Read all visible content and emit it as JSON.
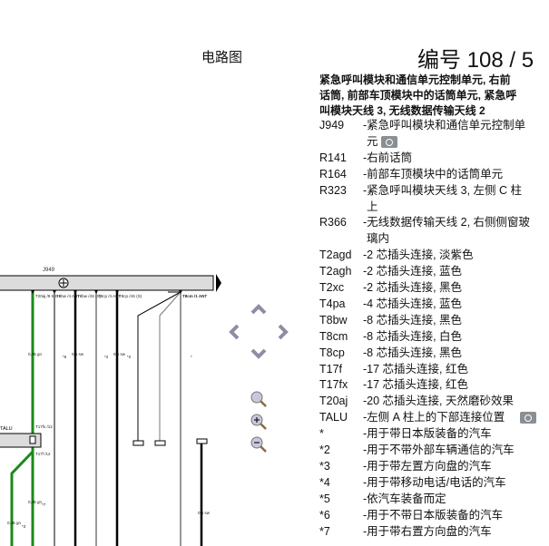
{
  "header": {
    "title": "电路图",
    "doc_number": "编号  108 / 5"
  },
  "heading": [
    "紧急呼叫模块和通信单元控制单元, 右前",
    "话筒, 前部车顶模块中的话筒单元, 紧急呼",
    "叫模块天线 3, 无线数据传输天线 2"
  ],
  "legend": [
    {
      "code": "J949",
      "desc": "-紧急呼叫模块和通信单元控制单",
      "cont": "元",
      "cam": true
    },
    {
      "code": "R141",
      "desc": "-右前话筒"
    },
    {
      "code": "R164",
      "desc": "-前部车顶模块中的话筒单元"
    },
    {
      "code": "R323",
      "desc": "-紧急呼叫模块天线 3, 左侧 C 柱",
      "cont": "上"
    },
    {
      "code": "R366",
      "desc": "-无线数据传输天线 2, 右侧侧窗玻",
      "cont": "璃内"
    },
    {
      "code": "T2agd",
      "desc": "-2 芯插头连接, 淡紫色"
    },
    {
      "code": "T2agh",
      "desc": "-2 芯插头连接, 蓝色"
    },
    {
      "code": "T2xc",
      "desc": "-2 芯插头连接, 黑色"
    },
    {
      "code": "T4pa",
      "desc": "-4 芯插头连接, 蓝色"
    },
    {
      "code": "T8bw",
      "desc": "-8 芯插头连接, 黑色"
    },
    {
      "code": "T8cm",
      "desc": "-8 芯插头连接, 白色"
    },
    {
      "code": "T8cp",
      "desc": "-8 芯插头连接, 黑色"
    },
    {
      "code": "T17f",
      "desc": "-17 芯插头连接, 红色"
    },
    {
      "code": "T17fx",
      "desc": "-17 芯插头连接, 红色"
    },
    {
      "code": "T20aj",
      "desc": "-20 芯插头连接, 天然磨砂效果"
    },
    {
      "code": "TALU",
      "desc": "-左侧 A 柱上的下部连接位置",
      "cam": true
    },
    {
      "code": "*",
      "desc": "-用于带日本版装备的汽车"
    },
    {
      "code": "*2",
      "desc": "-用于不带外部车辆通信的汽车"
    },
    {
      "code": "*3",
      "desc": "-用于带左置方向盘的汽车"
    },
    {
      "code": "*4",
      "desc": "-用于带移动电话/电话的汽车"
    },
    {
      "code": "*5",
      "desc": "-依汽车装备而定"
    },
    {
      "code": "*6",
      "desc": "-用于不带日本版装备的汽车"
    },
    {
      "code": "*7",
      "desc": "-用于带右置方向盘的汽车"
    }
  ],
  "diagram": {
    "component": "J949",
    "talu": "TALU",
    "pins": [
      "T20aj /9 SIG+",
      "T8bw /4 ANT",
      "T8bw /4S (S)",
      "T8cp /4 ANT",
      "T8cp /4S (S)",
      "T8cm /1 ANT"
    ],
    "wires": [
      "0,35 gn",
      "0,5 sw",
      "0,5 sw",
      "0,35 gn",
      "0,35 gn",
      "0,5 sw"
    ],
    "t17": [
      "T17fx /12",
      "T17f /12"
    ],
    "notes": [
      "*6",
      "*2",
      "*2",
      "*7",
      "*3",
      "*"
    ]
  },
  "colors": {
    "green": "#1a8a1a",
    "bar": "#dcdcdc"
  }
}
